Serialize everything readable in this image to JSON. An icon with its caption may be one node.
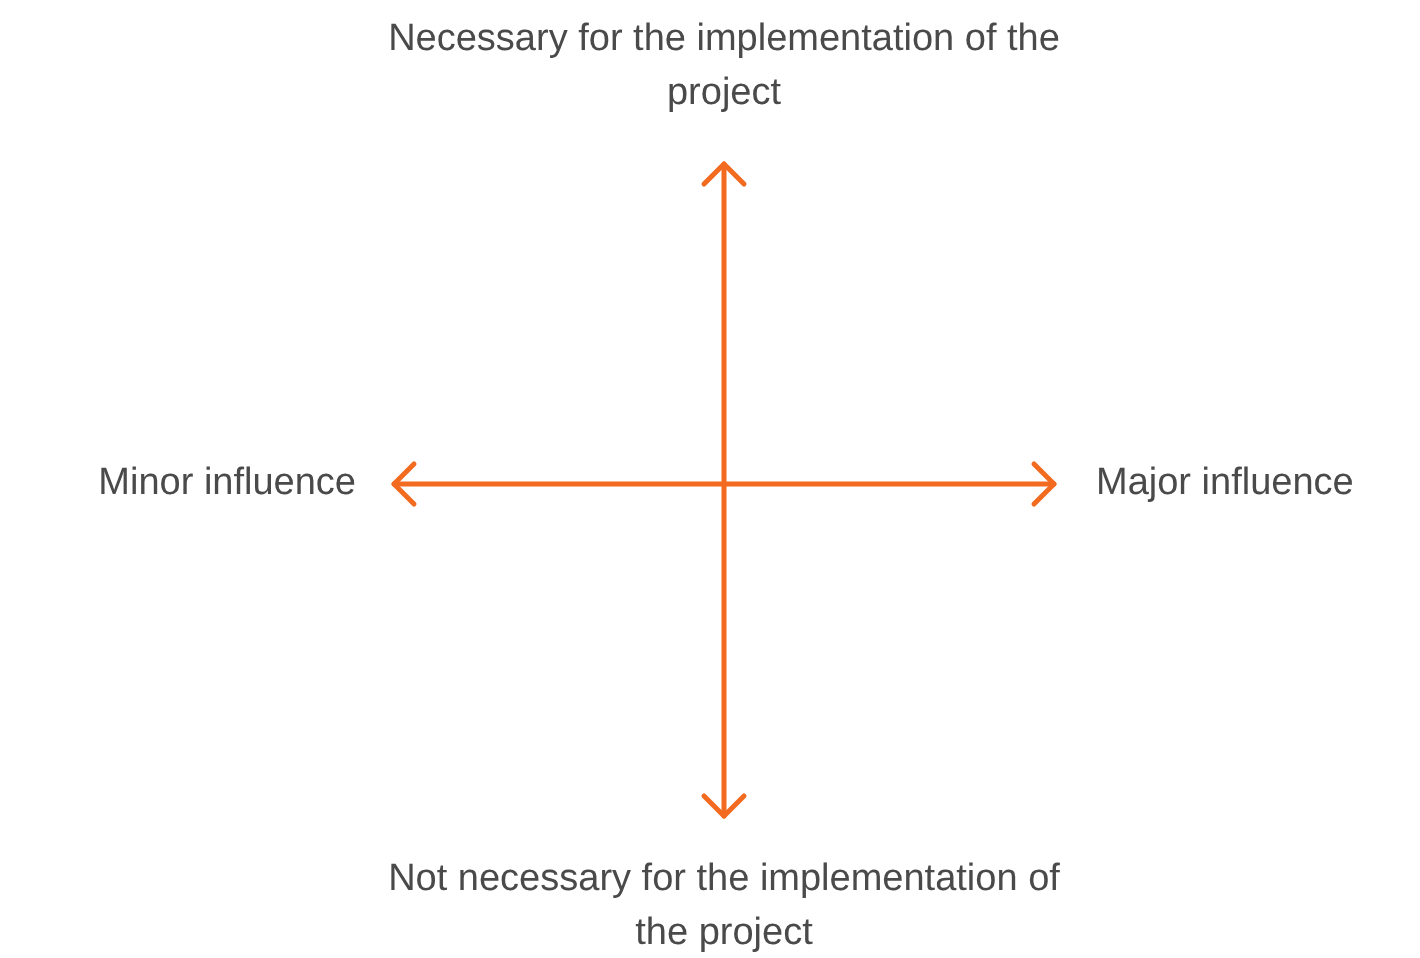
{
  "diagram": {
    "labels": [
      "Necessary for the implementation of the project",
      "Minor influence",
      "Major influence",
      "Not necessary for the implementation of the project"
    ]
  }
}
